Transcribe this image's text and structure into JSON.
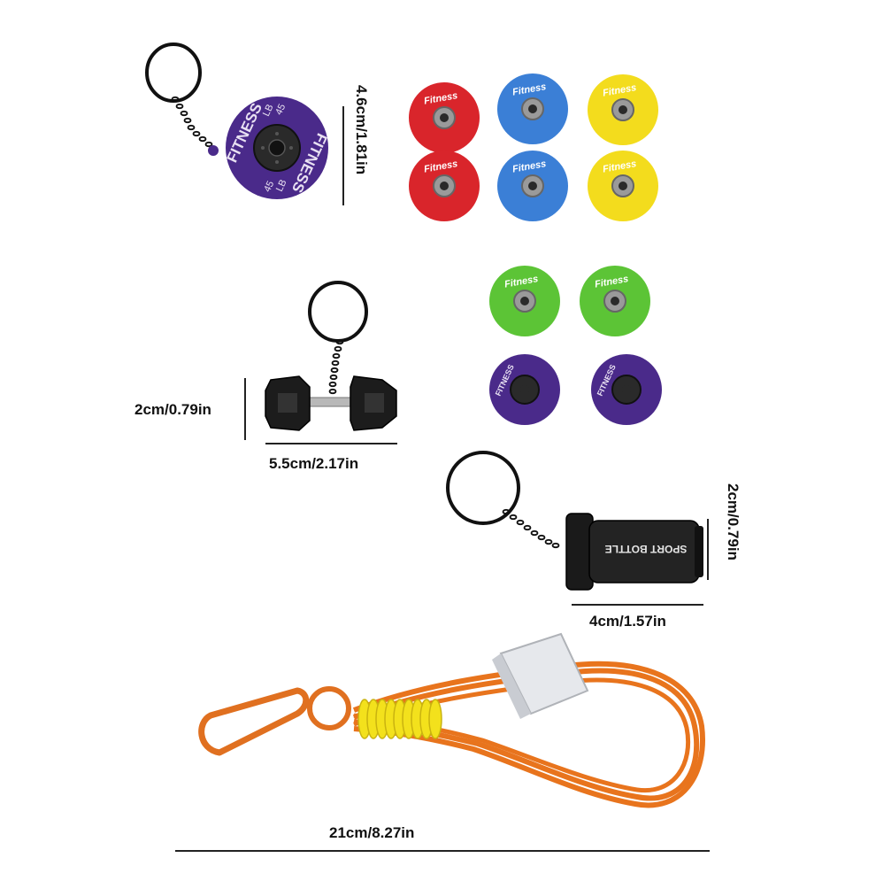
{
  "plate_keychain": {
    "text_main": "FITNESS",
    "weight": "45",
    "unit": "LB",
    "color": "#4a2a8a",
    "size_label": "4.6cm/1.81in"
  },
  "mini_plates": {
    "text": "Fitness",
    "colors": [
      "#d9252b",
      "#3b7fd6",
      "#f3dc1d",
      "#5cc436",
      "#4a2a8a"
    ]
  },
  "dumbbell_keychain": {
    "height_label": "2cm/0.79in",
    "width_label": "5.5cm/2.17in"
  },
  "bottle_keychain": {
    "text": "SPORT BOTTLE",
    "height_label": "2cm/0.79in",
    "width_label": "4cm/1.57in"
  },
  "lanyard": {
    "length_label": "21cm/8.27in",
    "cord_color": "#e8741d",
    "wrap_color": "#f3e11c"
  }
}
